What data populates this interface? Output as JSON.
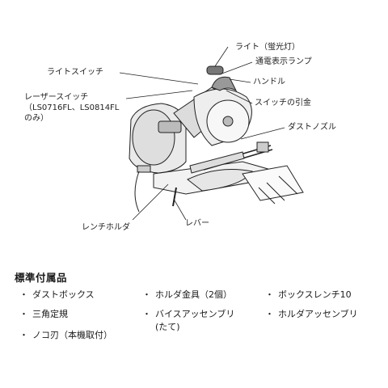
{
  "labels": {
    "light": "ライト（蛍光灯）",
    "power_lamp": "通電表示ランプ",
    "handle": "ハンドル",
    "light_switch": "ライトスイッチ",
    "laser_switch": "レーザースイッチ",
    "laser_models_1": "（LS0716FL、LS0814FL",
    "laser_models_2": "のみ）",
    "trigger": "スイッチの引金",
    "dust_nozzle": "ダストノズル",
    "wrench_holder": "レンチホルダ",
    "lever": "レバー"
  },
  "accessories": {
    "title": "標準付属品",
    "bullet": "・",
    "items": [
      "ダストボックス",
      "ホルダ金具（2個）",
      "ボックスレンチ10",
      "三角定規",
      "バイスアッセンブリ",
      "ホルダアッセンブリ",
      "(たて)",
      "ノコ刃（本機取付）"
    ]
  }
}
